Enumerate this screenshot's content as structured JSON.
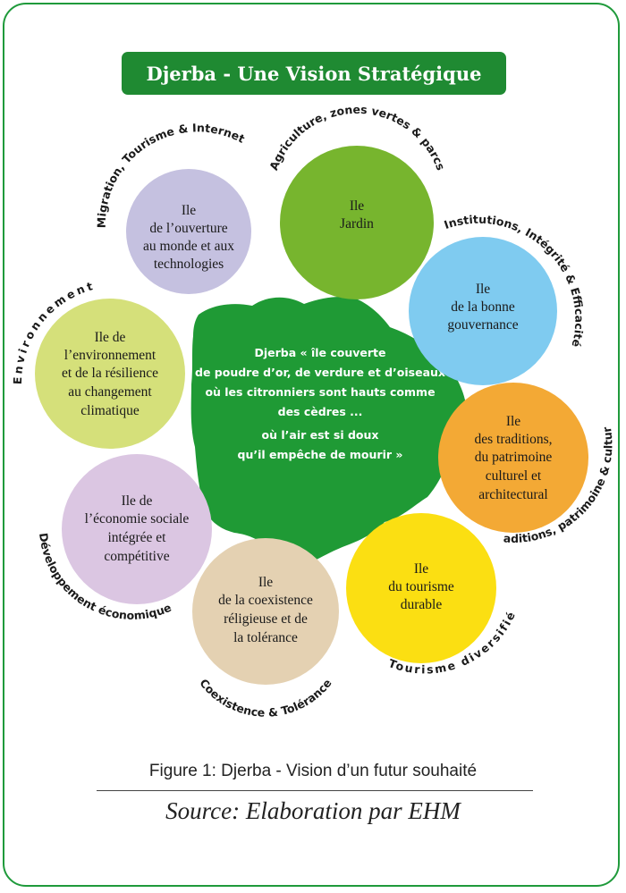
{
  "title": "Djerba - Une Vision Stratégique",
  "center": {
    "lines": [
      "Djerba « île couverte",
      "de poudre d’or, de verdure et d’oiseaux",
      "où les citronniers sont hauts comme",
      "des cèdres ...",
      "où l’air est si doux",
      "qu’il empêche de mourir »"
    ]
  },
  "circles": [
    {
      "id": "ouverture",
      "color": "#c5c1e0",
      "lines": [
        "Ile",
        "de l’ouverture",
        "au monde et aux",
        "technologies"
      ],
      "label": "Migration, Tourisme & Internet"
    },
    {
      "id": "jardin",
      "color": "#77b52e",
      "lines": [
        "Ile",
        "Jardin"
      ],
      "label": "Agriculture, zones vertes & parcs"
    },
    {
      "id": "gouvernance",
      "color": "#7fcbf0",
      "lines": [
        "Ile",
        "de la bonne",
        "gouvernance"
      ],
      "label": "Institutions, Intégrité & Efficacité"
    },
    {
      "id": "traditions",
      "color": "#f3a935",
      "lines": [
        "Ile",
        "des traditions,",
        "du patrimoine",
        "culturel et",
        "architectural"
      ],
      "label": "Traditions, patrimoine & culture"
    },
    {
      "id": "tourisme",
      "color": "#fbdf12",
      "lines": [
        "Ile",
        "du tourisme",
        "durable"
      ],
      "label": "Tourisme diversifié"
    },
    {
      "id": "coexistence",
      "color": "#e4d1b2",
      "lines": [
        "Ile",
        "de la coexistence",
        "réligieuse et de",
        "la tolérance"
      ],
      "label": "Coexistence & Tolérance"
    },
    {
      "id": "economie",
      "color": "#dbc6e2",
      "lines": [
        "Ile de",
        "l’économie sociale",
        "intégrée et",
        "compétitive"
      ],
      "label": "Développement économique"
    },
    {
      "id": "environnement",
      "color": "#d5e07a",
      "lines": [
        "Ile de",
        "l’environnement",
        "et de la résilience",
        "au changement",
        "climatique"
      ],
      "label": "Environnement"
    }
  ],
  "caption": "Figure 1: Djerba - Vision d’un futur souhaité",
  "source": "Source: Elaboration par EHM"
}
